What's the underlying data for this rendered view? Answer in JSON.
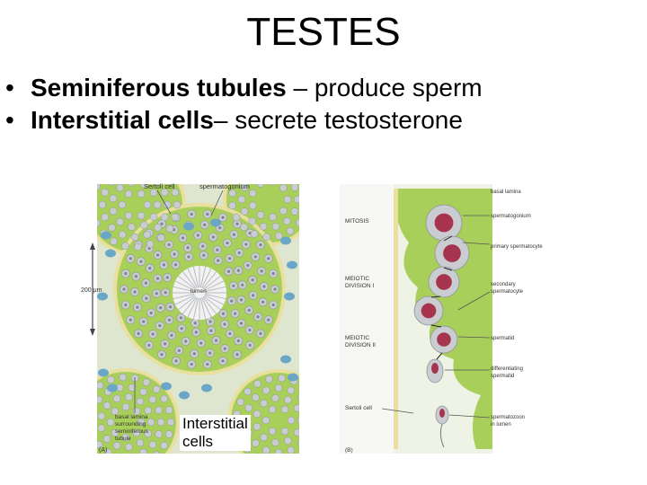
{
  "slide": {
    "title": "TESTES",
    "bullets": [
      {
        "marker": "•",
        "term": "Seminiferous tubules",
        "rest": " – produce sperm"
      },
      {
        "marker": "•",
        "term": "Interstitial cells",
        "rest": "– secrete testosterone"
      }
    ]
  },
  "figure": {
    "overlay_label_line1": "Interstitial",
    "overlay_label_line2": "cells",
    "panel_a": {
      "sertoli": "Sertoli cell",
      "spermatogonium": "spermatogonium",
      "lumen": "lumen",
      "scale": "200 μm",
      "basal_1": "basal lamina",
      "basal_2": "surrounding",
      "basal_3": "seminiferous",
      "basal_4": "tubule",
      "letter": "(A)"
    },
    "panel_b": {
      "mitosis": "MITOSIS",
      "meiotic1_a": "MEIOTIC",
      "meiotic1_b": "DIVISION I",
      "meiotic2_a": "MEIOTIC",
      "meiotic2_b": "DIVISION II",
      "sertoli": "Sertoli cell",
      "letter": "(B)",
      "basal_lamina": "basal lamina",
      "spermatogonium": "spermatogonium",
      "primary": "primary spermatocyte",
      "secondary_a": "secondary",
      "secondary_b": "spermatocyte",
      "spermatid": "spermatid",
      "diff_a": "differentiating",
      "diff_b": "spermatid",
      "spermatozoon_a": "spermatozoon",
      "spermatozoon_b": "in lumen"
    }
  },
  "colors": {
    "stroma_green": "#a8cf5a",
    "cell_grey": "#c9ccd0",
    "nucleus_red": "#a6344f",
    "interstitial_blue": "#6aa6c8",
    "lamina_yellow": "#e9e0a0"
  }
}
